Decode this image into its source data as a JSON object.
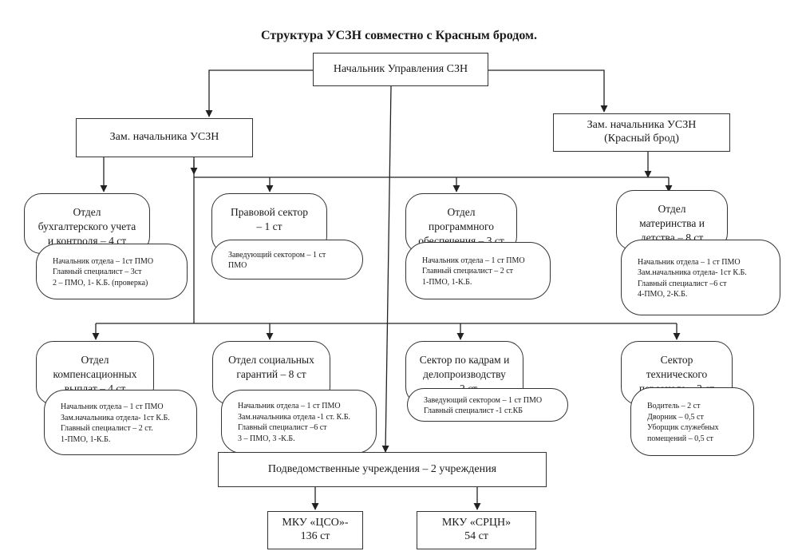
{
  "title": "Структура УСЗН совместно с Красным бродом.",
  "head": "Начальник Управления СЗН",
  "deputy_left": "Зам. начальника УСЗН",
  "deputy_right": "Зам. начальника УСЗН\n(Красный брод)",
  "units_row1": [
    {
      "name": "Отдел\nбухгалтерского учета\nи контроля – 4 ст",
      "staff": "Начальник отдела – 1ст  ПМО\nГлавный специалист  – 3ст\n2 – ПМО, 1- К.Б. (проверка)"
    },
    {
      "name": "Правовой сектор\n– 1 ст",
      "staff": "Заведующий сектором – 1 ст\nПМО"
    },
    {
      "name": "Отдел\nпрограммного\nобеспечения – 3 ст",
      "staff": "Начальник отдела – 1 ст ПМО\nГлавный специалист  – 2 ст\n1-ПМО, 1-К.Б."
    },
    {
      "name": "Отдел\nматеринства и\nдетства – 8 ст",
      "staff": "Начальник отдела – 1 ст ПМО\nЗам.начальника отдела-  1ст К.Б.\nГлавный специалист  –6  ст\n4-ПМО, 2-К.Б."
    }
  ],
  "units_row2": [
    {
      "name": "Отдел\nкомпенсационных\nвыплат – 4 ст",
      "staff": "Начальник отдела – 1 ст ПМО\nЗам.начальника отдела-  1ст К.Б.\nГлавный специалист  – 2 ст.\n1-ПМО, 1-К.Б."
    },
    {
      "name": "Отдел социальных\nгарантий – 8 ст",
      "staff": "Начальник отдела – 1 ст ПМО\nЗам.начальника отдела -1 ст. К.Б.\nГлавный специалист  –6  ст\n3 – ПМО, 3 -К.Б."
    },
    {
      "name": "Сектор по кадрам и\nделопроизводству\n– 2 ст",
      "staff": "Заведующий сектором – 1 ст ПМО\nГлавный специалист  -1 ст.КБ"
    },
    {
      "name": "Сектор\nтехнического\nперсонала – 3 ст",
      "staff": "Водитель – 2 ст\nДворник – 0,5 ст\nУборщик служебных\nпомещений  – 0,5 ст"
    }
  ],
  "subordinate": "Подведомственные учреждения – 2 учреждения",
  "institutions": [
    "МКУ «ЦСО»-\n136 ст",
    "МКУ «СРЦН»\n54 ст"
  ],
  "colors": {
    "line": "#222222",
    "border": "#333333"
  }
}
